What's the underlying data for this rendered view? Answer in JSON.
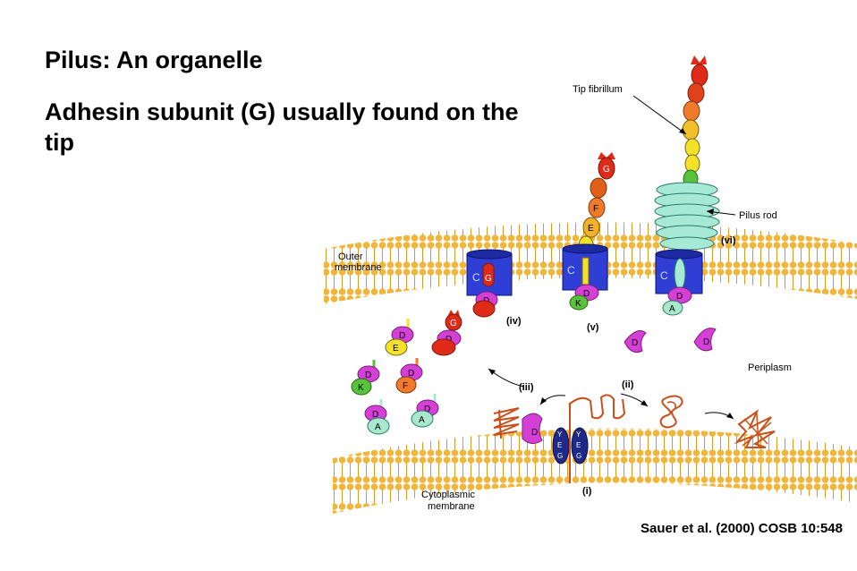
{
  "slide": {
    "title": "Pilus:  An organelle",
    "subtitle": "Adhesin subunit (G) usually found on the tip",
    "citation": "Sauer et al. (2000) COSB 10:548"
  },
  "figure": {
    "labels": {
      "tip_fibrillum": "Tip fibrillum",
      "pilus_rod": "Pilus rod",
      "outer_membrane_1": "Outer",
      "outer_membrane_2": "membrane",
      "periplasm": "Periplasm",
      "cytoplasmic_membrane_1": "Cytoplasmic",
      "cytoplasmic_membrane_2": "membrane",
      "step_i": "(i)",
      "step_ii": "(ii)",
      "step_iii": "(iii)",
      "step_iv": "(iv)",
      "step_v": "(v)",
      "step_vi": "(vi)"
    },
    "subunit_letters": {
      "g": "G",
      "f": "F",
      "e": "E",
      "d": "D",
      "c": "C",
      "k": "K",
      "a": "A",
      "y": "Y"
    },
    "colors": {
      "membrane_heads": "#f2b53a",
      "membrane_tails": "#d99a2a",
      "usher_blue": "#2f3fd6",
      "chaperone_magenta": "#d43fd6",
      "adhesin_red": "#e02a18",
      "subunit_f_orange": "#f07a2a",
      "subunit_e_yellow": "#f3e12a",
      "subunit_k_green": "#57c23a",
      "subunit_a_mint": "#a8e8cc",
      "pilus_rod": "#a6ead6",
      "secy_navy": "#1e2a8a",
      "unfolded_orange": "#c8501a"
    }
  }
}
